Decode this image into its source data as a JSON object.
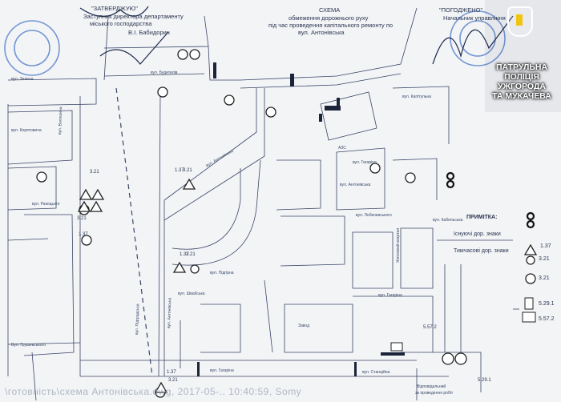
{
  "header": {
    "approved": "\"ЗАТВЕРДЖУЮ\"",
    "approved_role_1": "Заступник директора департаменту",
    "approved_role_2": "міського господарства",
    "approved_name": "В.І. Бабидорич",
    "title": "СХЕМА",
    "subtitle_1": "обмеження дорожнього руху",
    "subtitle_2": "під час проведення капітального ремонту по",
    "subtitle_3": "вул. Антонівська",
    "agreed": "\"ПОГОДЖЕНО\"",
    "agreed_role": "Начальник управління"
  },
  "overlay": {
    "line_1": "ПАТРУЛЬНА",
    "line_2": "ПОЛІЦІЯ",
    "line_3": "УЖГОРОДА",
    "line_4": "ТА МУКАЧЕВА"
  },
  "streets": {
    "s1": "вул. Зелена",
    "s2": "вул. Будителів",
    "s3": "вул. Корятовича",
    "s4": "вул. Волошина",
    "s5": "вул. Ракоцього",
    "s6": "вул. Антонівська",
    "s7": "вул. Капітульна",
    "s8": "вул. Гагаріна",
    "s9": "вул. Антонівська",
    "s10": "вул. Лобачевського",
    "s11": "вул. Підгірна",
    "s12": "вул. Швабська",
    "s13": "вул. Кабельська",
    "s14": "Житловий квартал",
    "s15": "вул. Гагаріна",
    "s16": "вул. Підградська",
    "s17": "Вул. Грушевського",
    "s18": "вул. Гагаріна",
    "s19": "вул. Антонівська",
    "s20": "Завод",
    "s21": "АЗС",
    "s22": "вул. Станційна"
  },
  "signcodes": {
    "c1": "3.21",
    "c2": "1.37",
    "c3": "3.21",
    "c4": "5.29.1",
    "c5": "3.21",
    "c6": "1.37",
    "c7": "3.21",
    "c8": "1.37",
    "c9": "5.57.2",
    "c10": "1.37",
    "c11": "3.21"
  },
  "legend": {
    "title": "ПРИМІТКА:",
    "item_1": "Існуючі дор. знаки",
    "item_2": "Тимчасові дор. знаки",
    "code_1": "1.37",
    "code_2": "3.21",
    "code_3": "3.21",
    "code_4": "5.29.1",
    "code_5": "5.57.2"
  },
  "work_area": {
    "line_1": "Відповідальний",
    "line_2": "за проведення робіт"
  },
  "watermark": "\\готовність\\схема Антонівська.dwg, 2017-05-.. 10:40:59, Somy"
}
